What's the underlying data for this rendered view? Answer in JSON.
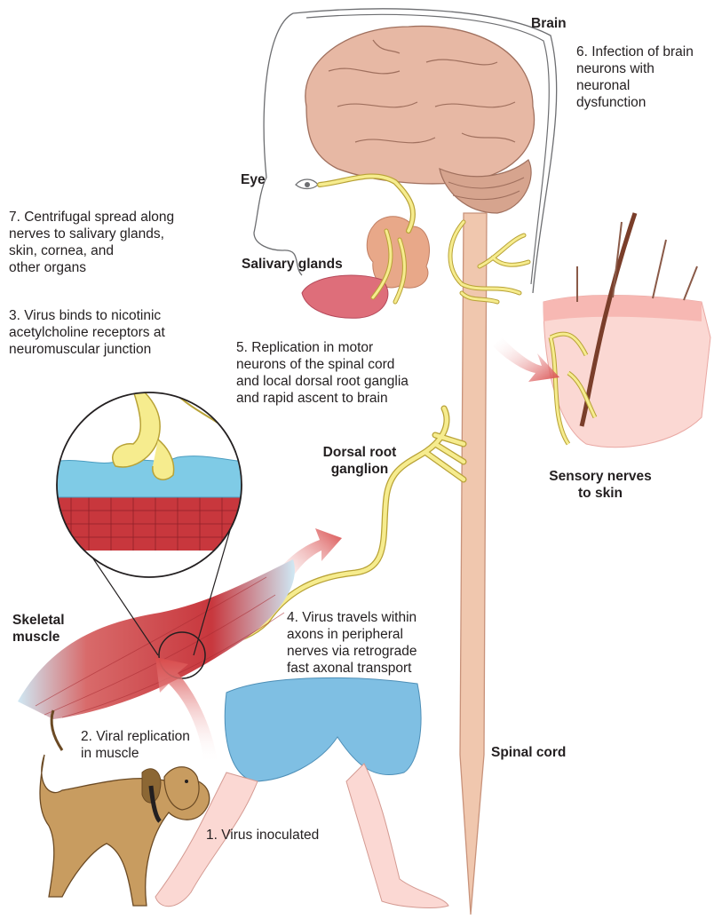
{
  "labels": {
    "brain": "Brain",
    "eye": "Eye",
    "salivary_glands": "Salivary glands",
    "sensory_nerves": "Sensory nerves\nto skin",
    "dorsal_root_ganglion": "Dorsal root\nganglion",
    "skeletal_muscle": "Skeletal\nmuscle",
    "spinal_cord": "Spinal cord"
  },
  "steps": {
    "step1": "1. Virus inoculated",
    "step2": "2. Viral replication\nin muscle",
    "step3": "3. Virus binds to nicotinic\nacetylcholine receptors at\nneuromuscular junction",
    "step4": "4. Virus travels within\naxons in peripheral\nnerves via retrograde\nfast axonal transport",
    "step5": "5. Replication in motor\nneurons of the spinal cord\nand local dorsal root ganglia\nand rapid ascent to brain",
    "step6": "6. Infection of brain\nneurons with\nneuronal\ndysfunction",
    "step7": "7. Centrifugal spread along\nnerves to salivary glands,\nskin, cornea, and\nother organs"
  },
  "colors": {
    "nerve": "#f6ec8e",
    "nerve_outline": "#b8a236",
    "spinal_cord": "#f0c7ae",
    "brain": "#e7b8a4",
    "muscle": "#c8373d",
    "arrow": "#d84a4a",
    "receptor_layer": "#7fcbe6",
    "shorts": "#7fbfe3",
    "skin": "#fbd8d3",
    "dog": "#c89c60",
    "gland": "#e8a889"
  }
}
